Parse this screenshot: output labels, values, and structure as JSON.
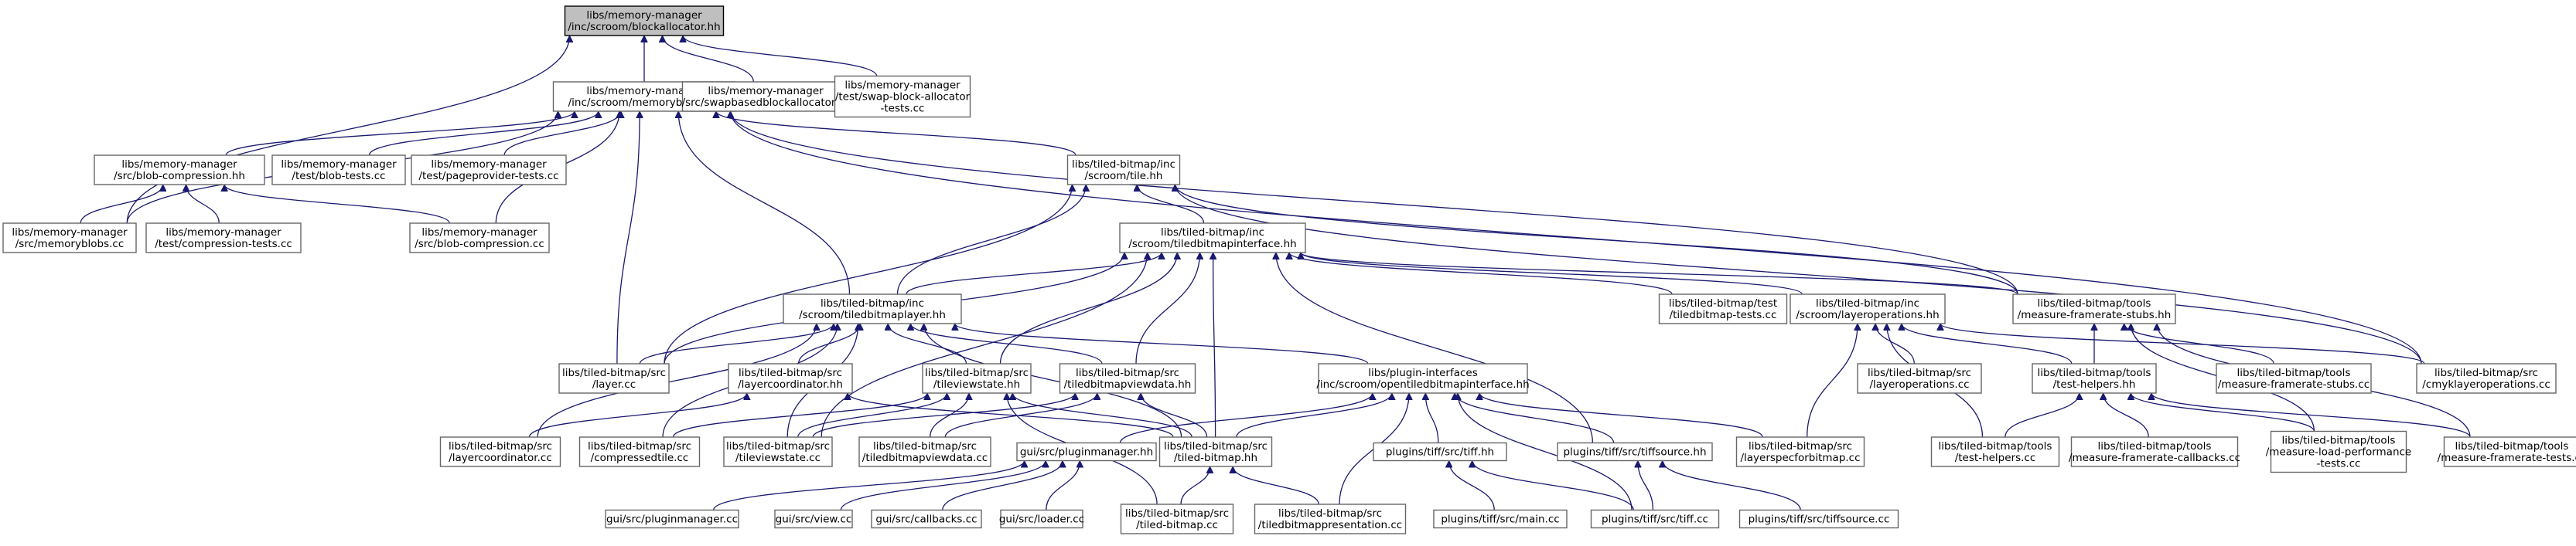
{
  "graph": {
    "edge_color": "#191970",
    "root_fill": "#bfbfbf",
    "nodes": [
      {
        "id": "blockallocator",
        "lines": [
          "libs/memory-manager",
          "/inc/scroom/blockallocator.hh"
        ],
        "root": true
      },
      {
        "id": "memoryblobs_hh",
        "lines": [
          "libs/memory-manager",
          "/inc/scroom/memoryblobs.hh"
        ]
      },
      {
        "id": "swapbased",
        "lines": [
          "libs/memory-manager",
          "/src/swapbasedblockallocator.cc"
        ]
      },
      {
        "id": "swapblock",
        "lines": [
          "libs/memory-manager",
          "/test/swap-block-allocator",
          "-tests.cc"
        ]
      },
      {
        "id": "blobcomp_hh",
        "lines": [
          "libs/memory-manager",
          "/src/blob-compression.hh"
        ]
      },
      {
        "id": "blobtests",
        "lines": [
          "libs/memory-manager",
          "/test/blob-tests.cc"
        ]
      },
      {
        "id": "pageprovider",
        "lines": [
          "libs/memory-manager",
          "/test/pageprovider-tests.cc"
        ]
      },
      {
        "id": "tile_hh",
        "lines": [
          "libs/tiled-bitmap/inc",
          "/scroom/tile.hh"
        ]
      },
      {
        "id": "memoryblobs_cc",
        "lines": [
          "libs/memory-manager",
          "/src/memoryblobs.cc"
        ]
      },
      {
        "id": "comptests",
        "lines": [
          "libs/memory-manager",
          "/test/compression-tests.cc"
        ]
      },
      {
        "id": "blobcomp_cc",
        "lines": [
          "libs/memory-manager",
          "/src/blob-compression.cc"
        ]
      },
      {
        "id": "tbinterface",
        "lines": [
          "libs/tiled-bitmap/inc",
          "/scroom/tiledbitmapinterface.hh"
        ]
      },
      {
        "id": "tblayer",
        "lines": [
          "libs/tiled-bitmap/inc",
          "/scroom/tiledbitmaplayer.hh"
        ]
      },
      {
        "id": "tbtests",
        "lines": [
          "libs/tiled-bitmap/test",
          "/tiledbitmap-tests.cc"
        ]
      },
      {
        "id": "layerops_hh",
        "lines": [
          "libs/tiled-bitmap/inc",
          "/scroom/layeroperations.hh"
        ]
      },
      {
        "id": "mfstubs_hh",
        "lines": [
          "libs/tiled-bitmap/tools",
          "/measure-framerate-stubs.hh"
        ]
      },
      {
        "id": "layer_cc",
        "lines": [
          "libs/tiled-bitmap/src",
          "/layer.cc"
        ]
      },
      {
        "id": "layercoord_hh",
        "lines": [
          "libs/tiled-bitmap/src",
          "/layercoordinator.hh"
        ]
      },
      {
        "id": "tileviewstate_hh",
        "lines": [
          "libs/tiled-bitmap/src",
          "/tileviewstate.hh"
        ]
      },
      {
        "id": "tbviewdata_hh",
        "lines": [
          "libs/tiled-bitmap/src",
          "/tiledbitmapviewdata.hh"
        ]
      },
      {
        "id": "openti",
        "lines": [
          "libs/plugin-interfaces",
          "/inc/scroom/opentiledbitmapinterface.hh"
        ]
      },
      {
        "id": "layerops_cc",
        "lines": [
          "libs/tiled-bitmap/src",
          "/layeroperations.cc"
        ]
      },
      {
        "id": "testhelpers_hh",
        "lines": [
          "libs/tiled-bitmap/tools",
          "/test-helpers.hh"
        ]
      },
      {
        "id": "mfstubs_cc",
        "lines": [
          "libs/tiled-bitmap/tools",
          "/measure-framerate-stubs.cc"
        ]
      },
      {
        "id": "cmyk",
        "lines": [
          "libs/tiled-bitmap/src",
          "/cmyklayeroperations.cc"
        ]
      },
      {
        "id": "layercoord_cc",
        "lines": [
          "libs/tiled-bitmap/src",
          "/layercoordinator.cc"
        ]
      },
      {
        "id": "compressed",
        "lines": [
          "libs/tiled-bitmap/src",
          "/compressedtile.cc"
        ]
      },
      {
        "id": "tileviewstate_cc",
        "lines": [
          "libs/tiled-bitmap/src",
          "/tileviewstate.cc"
        ]
      },
      {
        "id": "tbviewdata_cc",
        "lines": [
          "libs/tiled-bitmap/src",
          "/tiledbitmapviewdata.cc"
        ]
      },
      {
        "id": "tiledbitmap_hh",
        "lines": [
          "libs/tiled-bitmap/src",
          "/tiled-bitmap.hh"
        ]
      },
      {
        "id": "pluginmgr_hh",
        "lines": [
          "gui/src/pluginmanager.hh"
        ]
      },
      {
        "id": "tiff_hh",
        "lines": [
          "plugins/tiff/src/tiff.hh"
        ]
      },
      {
        "id": "tiffsource_hh",
        "lines": [
          "plugins/tiff/src/tiffsource.hh"
        ]
      },
      {
        "id": "layerspec",
        "lines": [
          "libs/tiled-bitmap/src",
          "/layerspecforbitmap.cc"
        ]
      },
      {
        "id": "testhelpers_cc",
        "lines": [
          "libs/tiled-bitmap/tools",
          "/test-helpers.cc"
        ]
      },
      {
        "id": "mfcallbacks",
        "lines": [
          "libs/tiled-bitmap/tools",
          "/measure-framerate-callbacks.cc"
        ]
      },
      {
        "id": "loadperf",
        "lines": [
          "libs/tiled-bitmap/tools",
          "/measure-load-performance",
          "-tests.cc"
        ]
      },
      {
        "id": "mftests",
        "lines": [
          "libs/tiled-bitmap/tools",
          "/measure-framerate-tests.cc"
        ]
      },
      {
        "id": "pluginmgr_cc",
        "lines": [
          "gui/src/pluginmanager.cc"
        ]
      },
      {
        "id": "view_cc",
        "lines": [
          "gui/src/view.cc"
        ]
      },
      {
        "id": "callbacks_cc",
        "lines": [
          "gui/src/callbacks.cc"
        ]
      },
      {
        "id": "loader_cc",
        "lines": [
          "gui/src/loader.cc"
        ]
      },
      {
        "id": "tiledbitmap_cc",
        "lines": [
          "libs/tiled-bitmap/src",
          "/tiled-bitmap.cc"
        ]
      },
      {
        "id": "tbpresentation",
        "lines": [
          "libs/tiled-bitmap/src",
          "/tiledbitmappresentation.cc"
        ]
      },
      {
        "id": "tiffmain",
        "lines": [
          "plugins/tiff/src/main.cc"
        ]
      },
      {
        "id": "tiff_cc",
        "lines": [
          "plugins/tiff/src/tiff.cc"
        ]
      },
      {
        "id": "tiffsource_cc",
        "lines": [
          "plugins/tiff/src/tiffsource.cc"
        ]
      }
    ],
    "edges": [
      [
        "blockallocator",
        "memoryblobs_hh"
      ],
      [
        "blockallocator",
        "swapbased"
      ],
      [
        "blockallocator",
        "swapblock"
      ],
      [
        "blockallocator",
        "memoryblobs_cc"
      ],
      [
        "memoryblobs_hh",
        "blobcomp_hh"
      ],
      [
        "memoryblobs_hh",
        "blobtests"
      ],
      [
        "memoryblobs_hh",
        "pageprovider"
      ],
      [
        "memoryblobs_hh",
        "tile_hh"
      ],
      [
        "memoryblobs_hh",
        "memoryblobs_cc"
      ],
      [
        "memoryblobs_hh",
        "blobcomp_cc"
      ],
      [
        "memoryblobs_hh",
        "tblayer"
      ],
      [
        "memoryblobs_hh",
        "layer_cc"
      ],
      [
        "memoryblobs_hh",
        "mfstubs_hh"
      ],
      [
        "memoryblobs_hh",
        "cmyk"
      ],
      [
        "blobcomp_hh",
        "memoryblobs_cc"
      ],
      [
        "blobcomp_hh",
        "comptests"
      ],
      [
        "blobcomp_hh",
        "blobcomp_cc"
      ],
      [
        "tile_hh",
        "tbinterface"
      ],
      [
        "tile_hh",
        "tblayer"
      ],
      [
        "tile_hh",
        "layer_cc"
      ],
      [
        "tile_hh",
        "mfstubs_hh"
      ],
      [
        "tile_hh",
        "cmyk"
      ],
      [
        "tbinterface",
        "tblayer"
      ],
      [
        "tbinterface",
        "tbtests"
      ],
      [
        "tbinterface",
        "layerops_hh"
      ],
      [
        "tbinterface",
        "mfstubs_hh"
      ],
      [
        "tbinterface",
        "layer_cc"
      ],
      [
        "tbinterface",
        "tileviewstate_hh"
      ],
      [
        "tbinterface",
        "tbviewdata_hh"
      ],
      [
        "tbinterface",
        "tiledbitmap_hh"
      ],
      [
        "tbinterface",
        "tiffsource_hh"
      ],
      [
        "tbinterface",
        "tileviewstate_cc"
      ],
      [
        "tblayer",
        "layer_cc"
      ],
      [
        "tblayer",
        "layercoord_hh"
      ],
      [
        "tblayer",
        "tileviewstate_hh"
      ],
      [
        "tblayer",
        "tbviewdata_hh"
      ],
      [
        "tblayer",
        "openti"
      ],
      [
        "tblayer",
        "layercoord_cc"
      ],
      [
        "tblayer",
        "compressed"
      ],
      [
        "tblayer",
        "tileviewstate_cc"
      ],
      [
        "tblayer",
        "tiledbitmap_hh"
      ],
      [
        "layerops_hh",
        "layerops_cc"
      ],
      [
        "layerops_hh",
        "testhelpers_hh"
      ],
      [
        "layerops_hh",
        "cmyk"
      ],
      [
        "layerops_hh",
        "layerspec"
      ],
      [
        "layerops_hh",
        "testhelpers_cc"
      ],
      [
        "mfstubs_hh",
        "testhelpers_hh"
      ],
      [
        "mfstubs_hh",
        "mfstubs_cc"
      ],
      [
        "mfstubs_hh",
        "loadperf"
      ],
      [
        "mfstubs_hh",
        "mftests"
      ],
      [
        "layercoord_hh",
        "layercoord_cc"
      ],
      [
        "layercoord_hh",
        "tiledbitmap_hh"
      ],
      [
        "tileviewstate_hh",
        "compressed"
      ],
      [
        "tileviewstate_hh",
        "tileviewstate_cc"
      ],
      [
        "tileviewstate_hh",
        "tbviewdata_cc"
      ],
      [
        "tileviewstate_hh",
        "tiledbitmap_hh"
      ],
      [
        "tileviewstate_hh",
        "tiledbitmap_cc"
      ],
      [
        "tbviewdata_hh",
        "tileviewstate_cc"
      ],
      [
        "tbviewdata_hh",
        "tbviewdata_cc"
      ],
      [
        "tbviewdata_hh",
        "tiledbitmap_hh"
      ],
      [
        "openti",
        "pluginmgr_hh"
      ],
      [
        "openti",
        "tiff_hh"
      ],
      [
        "openti",
        "tiffsource_hh"
      ],
      [
        "openti",
        "layerspec"
      ],
      [
        "openti",
        "tiff_cc"
      ],
      [
        "openti",
        "tbpresentation"
      ],
      [
        "openti",
        "tiledbitmap_hh"
      ],
      [
        "testhelpers_hh",
        "testhelpers_cc"
      ],
      [
        "testhelpers_hh",
        "mfcallbacks"
      ],
      [
        "testhelpers_hh",
        "loadperf"
      ],
      [
        "testhelpers_hh",
        "mftests"
      ],
      [
        "tiledbitmap_hh",
        "tiledbitmap_cc"
      ],
      [
        "tiledbitmap_hh",
        "tbpresentation"
      ],
      [
        "pluginmgr_hh",
        "pluginmgr_cc"
      ],
      [
        "pluginmgr_hh",
        "view_cc"
      ],
      [
        "pluginmgr_hh",
        "callbacks_cc"
      ],
      [
        "pluginmgr_hh",
        "loader_cc"
      ],
      [
        "tiff_hh",
        "tiffmain"
      ],
      [
        "tiff_hh",
        "tiff_cc"
      ],
      [
        "tiffsource_hh",
        "tiff_cc"
      ],
      [
        "tiffsource_hh",
        "tiffsource_cc"
      ]
    ]
  }
}
